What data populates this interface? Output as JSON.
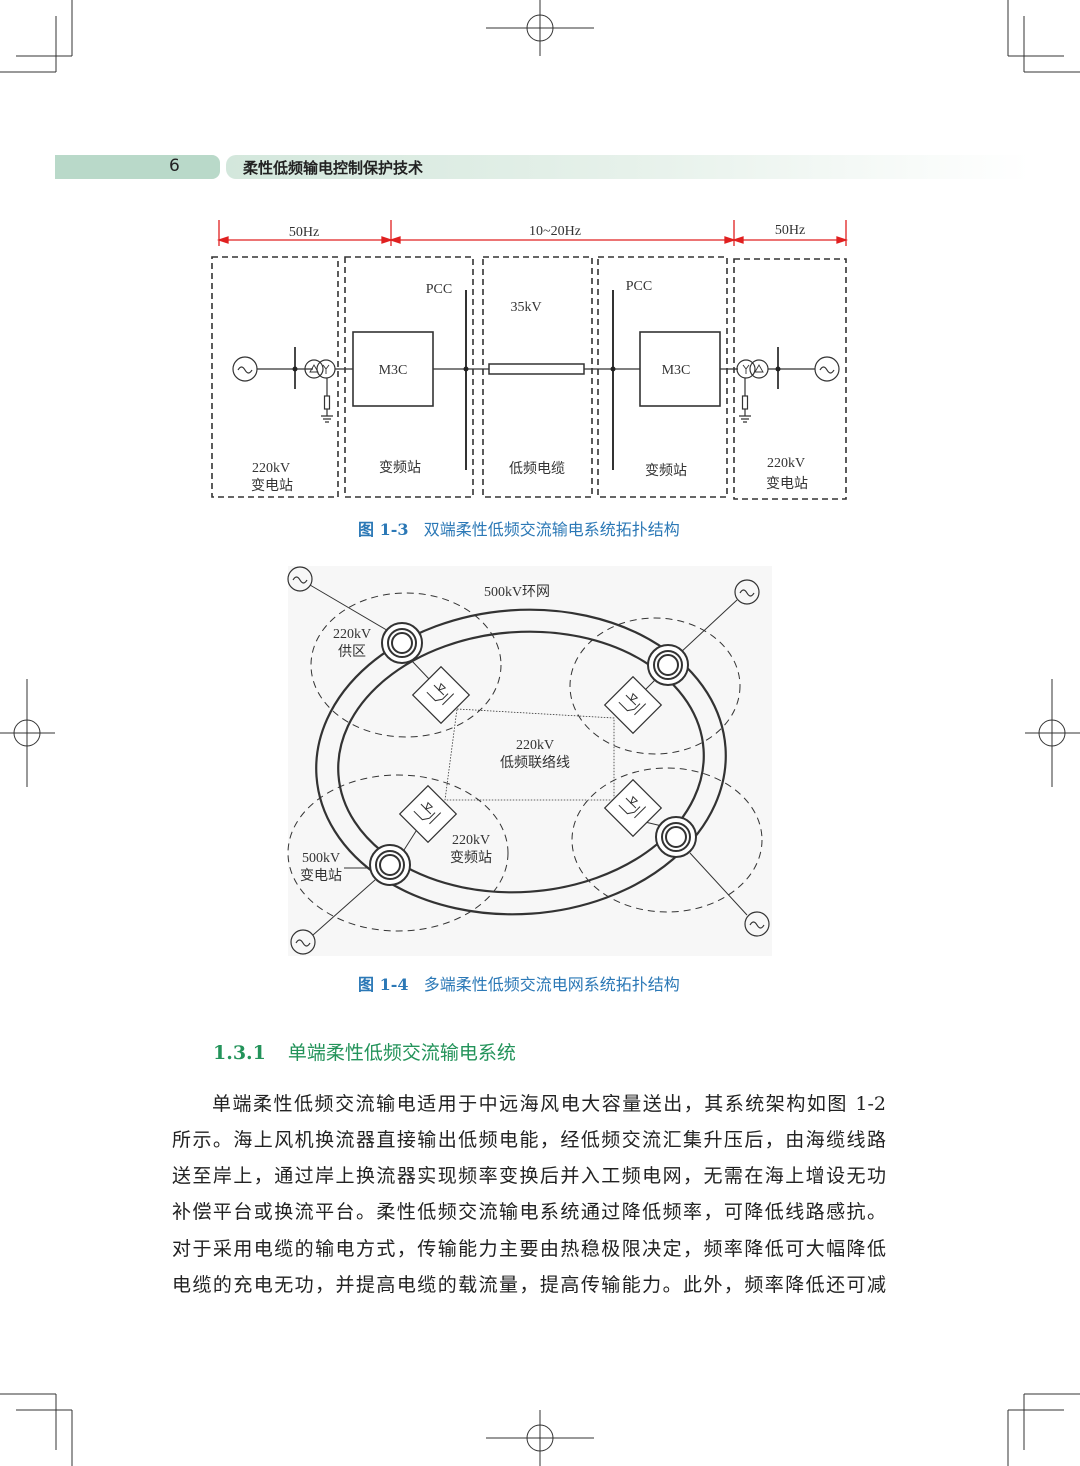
{
  "header": {
    "page_number": "6",
    "book_title": "柔性低频输电控制保护技术"
  },
  "figure_1_3": {
    "freq_labels": [
      "50Hz",
      "10~20Hz",
      "50Hz"
    ],
    "pcc_left": "PCC",
    "pcc_right": "PCC",
    "voltage_35kv": "35kV",
    "m3c_left": "M3C",
    "m3c_right": "M3C",
    "left_station_voltage": "220kV",
    "left_station_name": "变电站",
    "converter_left": "变频站",
    "cable": "低频电缆",
    "converter_right": "变频站",
    "right_station_voltage": "220kV",
    "right_station_name": "变电站",
    "caption_number": "图 1-3",
    "caption_text": "双端柔性低频交流输电系统拓扑结构",
    "accent_color": "#e02020"
  },
  "figure_1_4": {
    "ring_label": "500kV环网",
    "supply_voltage": "220kV",
    "supply_area": "供区",
    "tie_voltage": "220kV",
    "tie_line": "低频联络线",
    "converter_voltage": "220kV",
    "converter_name": "变频站",
    "substation_voltage": "500kV",
    "substation_name": "变电站",
    "caption_number": "图 1-4",
    "caption_text": "多端柔性低频交流电网系统拓扑结构"
  },
  "section": {
    "number": "1.3.1",
    "title": "单端柔性低频交流输电系统"
  },
  "paragraph_lines": [
    "单端柔性低频交流输电适用于中远海风电大容量送出，其系统架构如图 1-2",
    "所示。海上风机换流器直接输出低频电能，经低频交流汇集升压后，由海缆线路",
    "送至岸上，通过岸上换流器实现频率变换后并入工频电网，无需在海上增设无功",
    "补偿平台或换流平台。柔性低频交流输电系统通过降低频率，可降低线路感抗。",
    "对于采用电缆的输电方式，传输能力主要由热稳极限决定，频率降低可大幅降低",
    "电缆的充电无功，并提高电缆的载流量，提高传输能力。此外，频率降低还可减"
  ],
  "colors": {
    "header_green": "#b9d9c9",
    "caption_blue": "#2b78b6",
    "section_green": "#23935a"
  }
}
